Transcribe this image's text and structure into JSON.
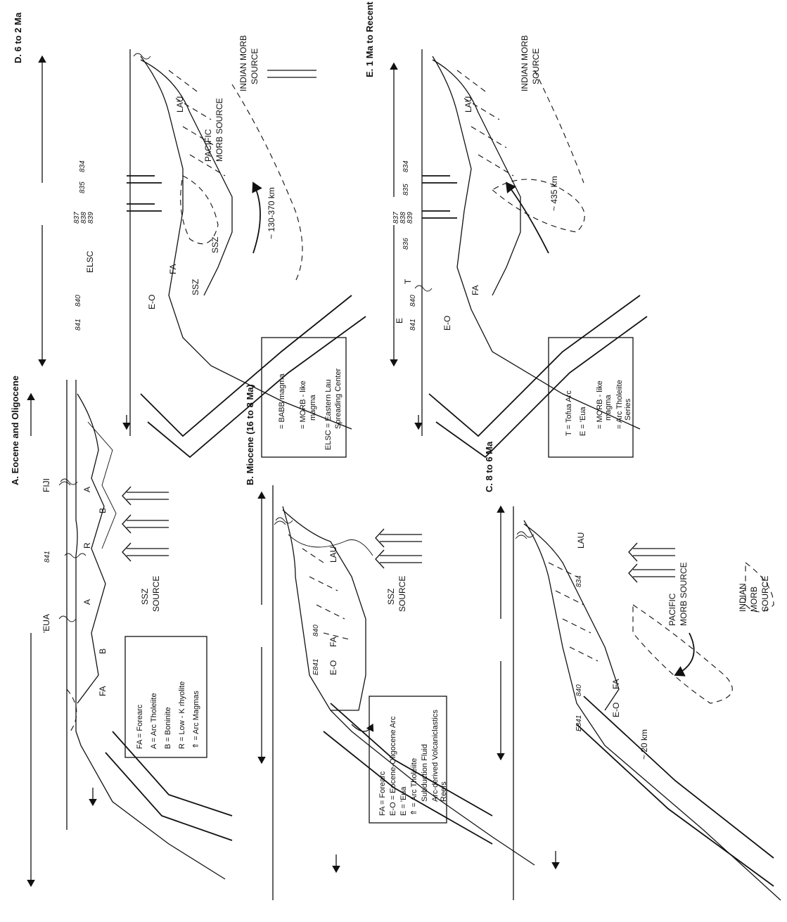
{
  "panels": {
    "a": {
      "title": "A. Eocene and Oligocene",
      "labels": {
        "fiji": "FIJI",
        "site": "841",
        "eua": "'EUA",
        "a1": "A",
        "a2": "A",
        "r": "R",
        "b1": "B",
        "b2": "B",
        "fa": "FA",
        "ssz": "SSZ",
        "source": "SOURCE"
      },
      "legend": [
        "FA = Forearc",
        "A = Arc Tholeiite",
        "B = Boninite",
        "R = Low - K rhyolite",
        "⇑ = Arc Magmas"
      ]
    },
    "b": {
      "title": "B. Miocene (16 to 8 Ma)",
      "labels": {
        "site840": "840",
        "site841": "E841",
        "lau": "LAU",
        "fa": "FA",
        "eo": "E-O",
        "ssz": "SSZ",
        "source": "SOURCE"
      },
      "legend": [
        "FA = Forearc",
        "E-O = Eocene-Oligocene Arc",
        "E = 'Eua",
        "⇑ = Arc Tholeiite",
        "Subduction Fluid",
        "Arc-derived Volcaniclastics",
        "Reefs"
      ]
    },
    "c": {
      "title": "C. 8 to 6 Ma",
      "labels": {
        "site834": "834",
        "site840": "840",
        "site841": "E841",
        "lau": "LAU",
        "fa": "FA",
        "eo": "E-O",
        "depth": "~ 20 km",
        "pacific": "PACIFIC",
        "morb_source": "MORB SOURCE",
        "indian": "INDIAN",
        "morb": "MORB",
        "source": "SOURCE"
      }
    },
    "d": {
      "title": "D. 6 to 2 Ma",
      "labels": {
        "site834": "834",
        "site835": "835",
        "site837": "837",
        "site838": "838",
        "site839": "839",
        "site840": "840",
        "site841": "841",
        "elsc": "ELSC",
        "lau": "LAU",
        "fa": "FA",
        "eo": "E-O",
        "ssz1": "SSZ",
        "ssz2": "SSZ",
        "pacific": "PACIFIC",
        "morb_source": "MORB SOURCE",
        "indian": "INDIAN MORB",
        "source": "SOURCE",
        "width": "~ 130-370 km"
      },
      "legend": [
        "= BABB magma",
        "= MORB - like",
        "magma",
        "ELSC = Eastern Lau",
        "Spreading Center"
      ]
    },
    "e": {
      "title": "E. 1 Ma to Recent",
      "labels": {
        "site834": "834",
        "site835": "835",
        "site836": "836",
        "site837": "837",
        "site838": "838",
        "site839": "839",
        "site840": "840",
        "site841": "841",
        "t": "T",
        "e": "E",
        "lau": "LAU",
        "fa": "FA",
        "eo": "E-O",
        "indian": "INDIAN MORB",
        "source": "SOURCE",
        "width": "~ 435 km"
      },
      "legend": [
        "T = Tofua Arc",
        "E = 'Eua",
        "= MORB - like",
        "magma",
        "= Arc Tholeiite",
        "Series"
      ]
    }
  }
}
